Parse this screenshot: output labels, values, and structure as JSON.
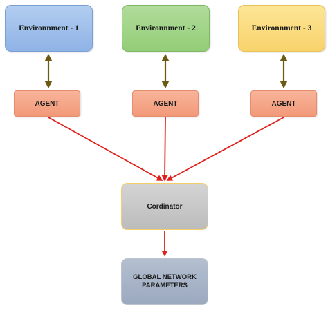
{
  "environments": [
    {
      "label": "Environnment - 1"
    },
    {
      "label": "Environnment - 2"
    },
    {
      "label": "Environnment - 3"
    }
  ],
  "agents": [
    {
      "label": "AGENT"
    },
    {
      "label": "AGENT"
    },
    {
      "label": "AGENT"
    }
  ],
  "coordinator": {
    "label": "Cordinator"
  },
  "global_params": {
    "label": "GLOBAL NETWORK PARAMETERS"
  },
  "colors": {
    "env_agent_arrow": "#6b5a12",
    "agent_flow_arrow": "#e0201b"
  }
}
